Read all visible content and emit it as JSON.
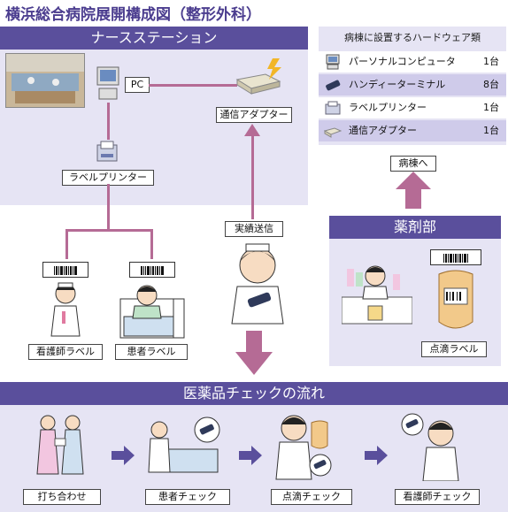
{
  "title": "横浜総合病院展開構成図（整形外科）",
  "nurse_station": {
    "header": "ナースステーション",
    "pc_label": "PC",
    "adapter_label": "通信アダプター",
    "printer_label": "ラベルプリンター"
  },
  "hardware": {
    "header": "病棟に設置するハードウェア類",
    "items": [
      {
        "icon": "computer-icon",
        "name": "パーソナルコンピュータ",
        "count": "1台"
      },
      {
        "icon": "handy-terminal-icon",
        "name": "ハンディーターミナル",
        "count": "8台"
      },
      {
        "icon": "label-printer-icon",
        "name": "ラベルプリンター",
        "count": "1台"
      },
      {
        "icon": "adapter-icon",
        "name": "通信アダプター",
        "count": "1台"
      }
    ],
    "to_ward": "病棟へ"
  },
  "labels": {
    "nurse_label": "看護師ラベル",
    "patient_label": "患者ラベル",
    "results_send": "実績送信"
  },
  "pharmacy": {
    "header": "薬剤部",
    "drip_label": "点滴ラベル"
  },
  "flow": {
    "header": "医薬品チェックの流れ",
    "steps": [
      "打ち合わせ",
      "患者チェック",
      "点滴チェック",
      "看護師チェック"
    ]
  },
  "colors": {
    "header_bg": "#5a4f9c",
    "panel_bg": "#e6e4f4",
    "connector": "#b56b95",
    "flow_arrow": "#5a4f9c"
  }
}
